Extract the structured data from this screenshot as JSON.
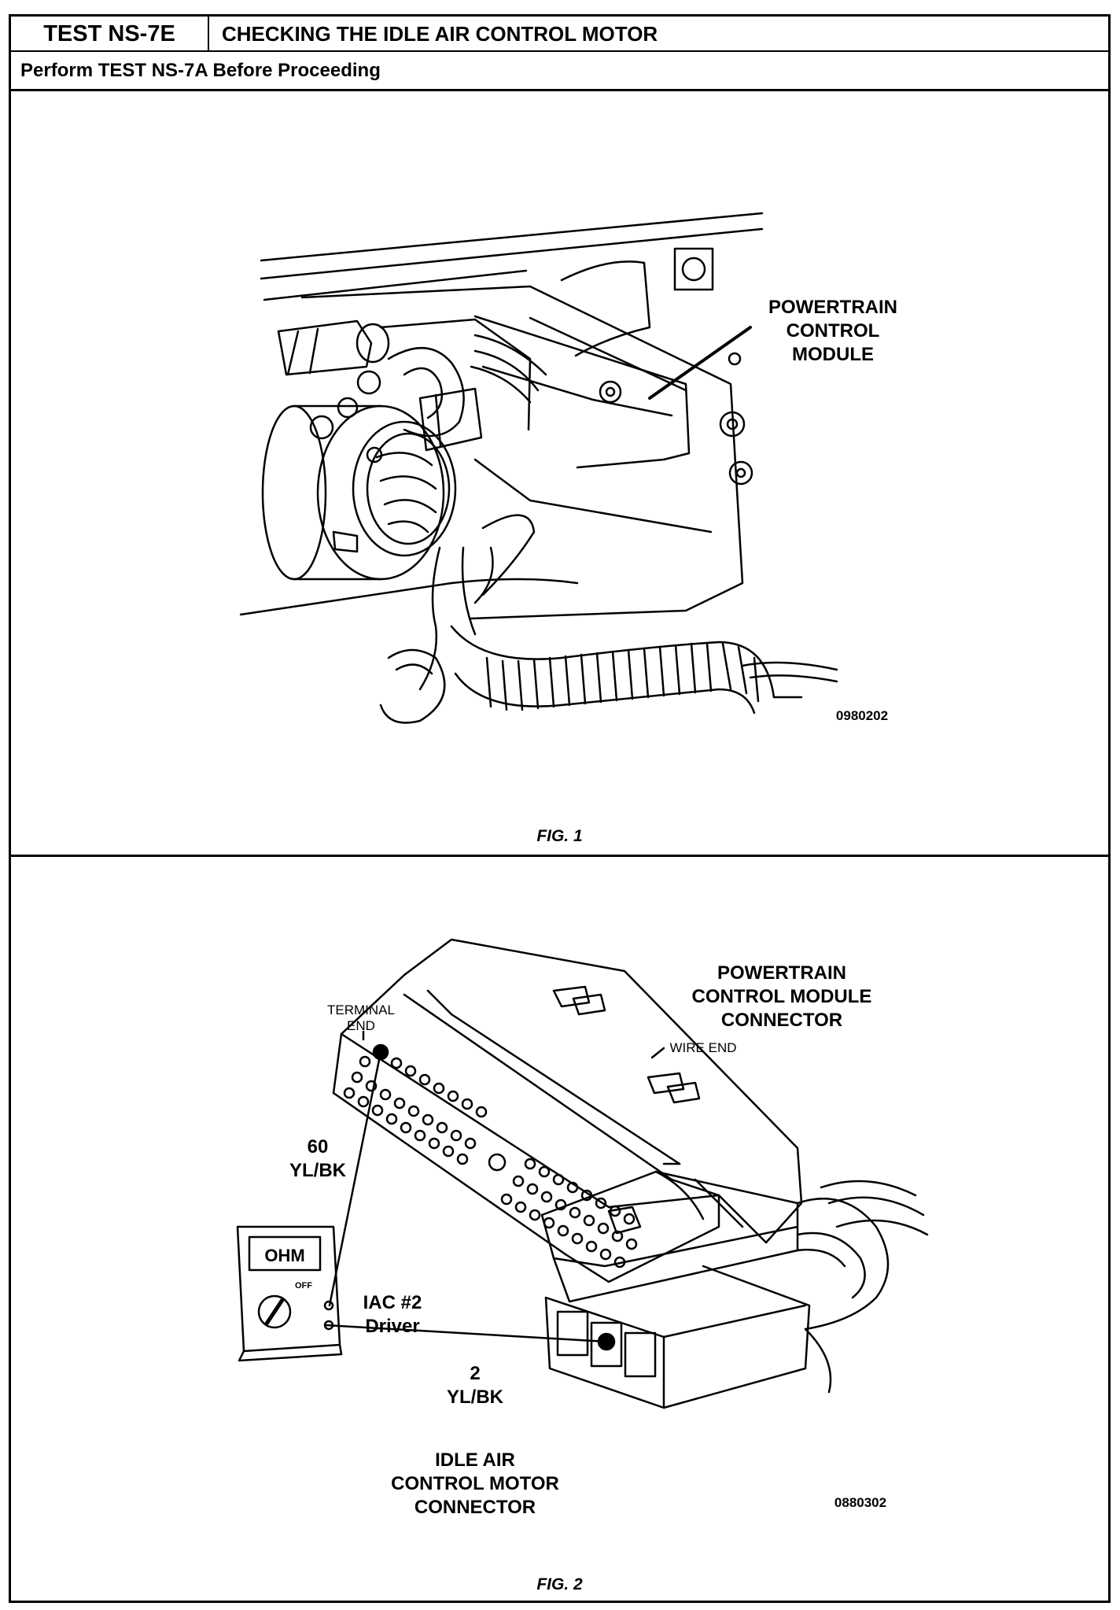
{
  "header": {
    "test_id": "TEST NS-7E",
    "title": "CHECKING THE IDLE AIR CONTROL MOTOR",
    "prerequisite": "Perform TEST NS-7A Before Proceeding"
  },
  "figure1": {
    "label_line1": "POWERTRAIN",
    "label_line2": "CONTROL",
    "label_line3": "MODULE",
    "part_number": "0980202",
    "caption": "FIG. 1"
  },
  "figure2": {
    "pcm_connector_line1": "POWERTRAIN",
    "pcm_connector_line2": "CONTROL MODULE",
    "pcm_connector_line3": "CONNECTOR",
    "terminal_end_line1": "TERMINAL",
    "terminal_end_line2": "END",
    "wire_end": "WIRE END",
    "pin60_number": "60",
    "pin60_color": "YL/BK",
    "iac_line1": "IAC #2",
    "iac_line2": "Driver",
    "pin2_number": "2",
    "pin2_color": "YL/BK",
    "iac_connector_line1": "IDLE AIR",
    "iac_connector_line2": "CONTROL MOTOR",
    "iac_connector_line3": "CONNECTOR",
    "meter_display": "OHM",
    "meter_switch_label": "OFF",
    "part_number": "0880302",
    "caption": "FIG. 2"
  }
}
